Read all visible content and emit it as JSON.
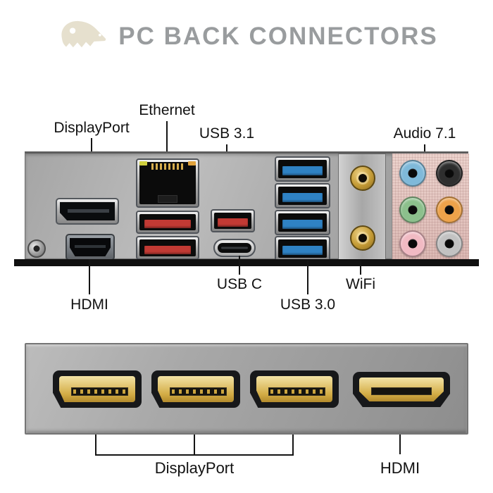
{
  "header": {
    "title": "PC BACK CONNECTORS",
    "logo_icon": "dinosaur-head-icon"
  },
  "colors": {
    "title_gray": "#999c9e",
    "logo_beige": "#e6e0ce",
    "usb31_red": "#c23a34",
    "usb30_blue": "#2f82c4",
    "wifi_gold": "#c9a341",
    "connector_gold": "#d3ac45",
    "audio_panel_pink": "#e5c9c4",
    "label_black": "#121212"
  },
  "top_diagram": {
    "labels": {
      "displayport": "DisplayPort",
      "ethernet": "Ethernet",
      "usb31": "USB 3.1",
      "audio71": "Audio 7.1",
      "usbc": "USB C",
      "wifi": "WiFi",
      "hdmi": "HDMI",
      "usb30": "USB 3.0"
    },
    "ports": [
      "displayport-port",
      "hdmi-port",
      "bios-flash-button",
      "ethernet-rj45-port",
      "usb31-red-port",
      "usb31-red-port",
      "usb31-red-port",
      "usb-type-c-port",
      "usb30-blue-port",
      "usb30-blue-port",
      "usb30-blue-port",
      "usb30-blue-port",
      "wifi-antenna-connector",
      "wifi-antenna-connector",
      "audio-jack-cluster"
    ],
    "audio_jacks": [
      {
        "name": "audio-jack-blue",
        "color": "#7fb9d9"
      },
      {
        "name": "audio-jack-black",
        "color": "#2e2e2e"
      },
      {
        "name": "audio-jack-green",
        "color": "#8cc08c"
      },
      {
        "name": "audio-jack-orange",
        "color": "#eda24a"
      },
      {
        "name": "audio-jack-pink",
        "color": "#f1bac3"
      },
      {
        "name": "audio-jack-gray",
        "color": "#c2c2c2"
      }
    ]
  },
  "bottom_diagram": {
    "labels": {
      "displayport": "DisplayPort",
      "hdmi": "HDMI"
    },
    "ports": [
      "displayport-connector",
      "displayport-connector",
      "displayport-connector",
      "hdmi-connector"
    ]
  }
}
